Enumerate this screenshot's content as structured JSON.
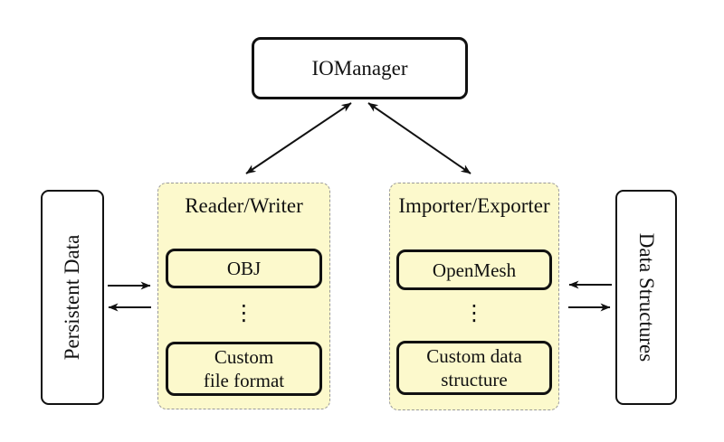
{
  "colors": {
    "background": "#ffffff",
    "group_fill": "#fcf9cc",
    "group_border": "#999999",
    "node_fill": "#ffffff",
    "node_border": "#111111",
    "arrow": "#111111"
  },
  "nodes": {
    "iomanager": {
      "label": "IOManager"
    },
    "persistent_data": {
      "label": "Persistent Data"
    },
    "data_structures": {
      "label": "Data Structures"
    }
  },
  "groups": {
    "reader_writer": {
      "title": "Reader/Writer",
      "top_item": "OBJ",
      "dots": "⋮",
      "bottom_item_line1": "Custom",
      "bottom_item_line2": "file format"
    },
    "importer_exporter": {
      "title": "Importer/Exporter",
      "top_item": "OpenMesh",
      "dots": "⋮",
      "bottom_item_line1": "Custom data",
      "bottom_item_line2": "structure"
    }
  }
}
